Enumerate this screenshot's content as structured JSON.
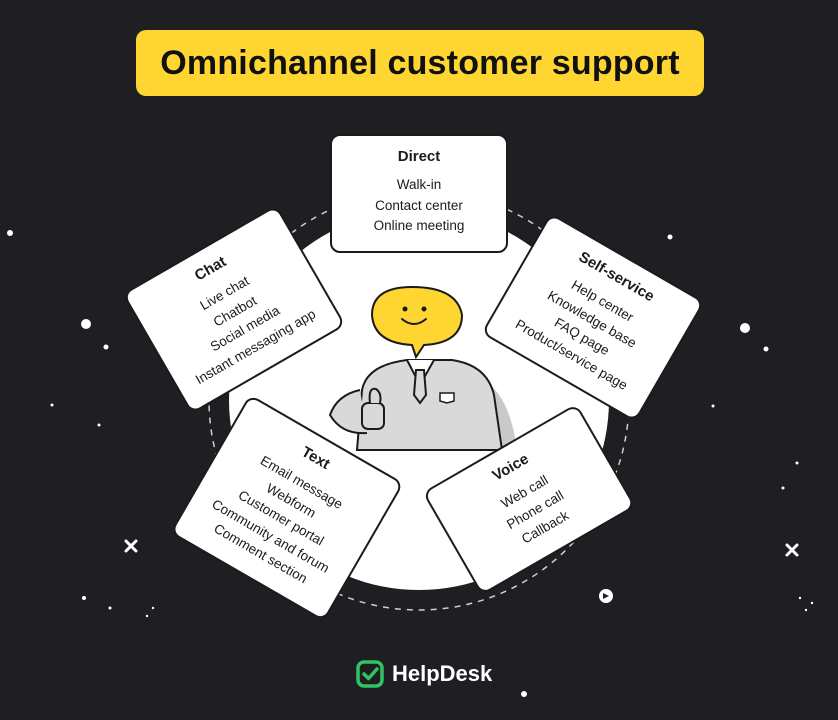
{
  "title": "Omnichannel customer support",
  "colors": {
    "background": "#1f1e23",
    "accent_yellow": "#fed531",
    "card_fill": "#ffffff",
    "logo_green": "#30c460"
  },
  "cards": [
    {
      "id": "direct",
      "title": "Direct",
      "items": [
        "Walk-in",
        "Contact center",
        "Online meeting"
      ]
    },
    {
      "id": "chat",
      "title": "Chat",
      "items": [
        "Live chat",
        "Chatbot",
        "Social media",
        "Instant messaging app"
      ]
    },
    {
      "id": "self",
      "title": "Self-service",
      "items": [
        "Help center",
        "Knowledge base",
        "FAQ page",
        "Product/service page"
      ]
    },
    {
      "id": "text",
      "title": "Text",
      "items": [
        "Email message",
        "Webform",
        "Customer portal",
        "Community and forum",
        "Comment section"
      ]
    },
    {
      "id": "voice",
      "title": "Voice",
      "items": [
        "Web call",
        "Phone call",
        "Callback"
      ]
    }
  ],
  "brand": {
    "name": "HelpDesk",
    "icon": "checkmark-square-icon"
  },
  "illustration": {
    "icon": "person-thumbs-up-icon"
  }
}
